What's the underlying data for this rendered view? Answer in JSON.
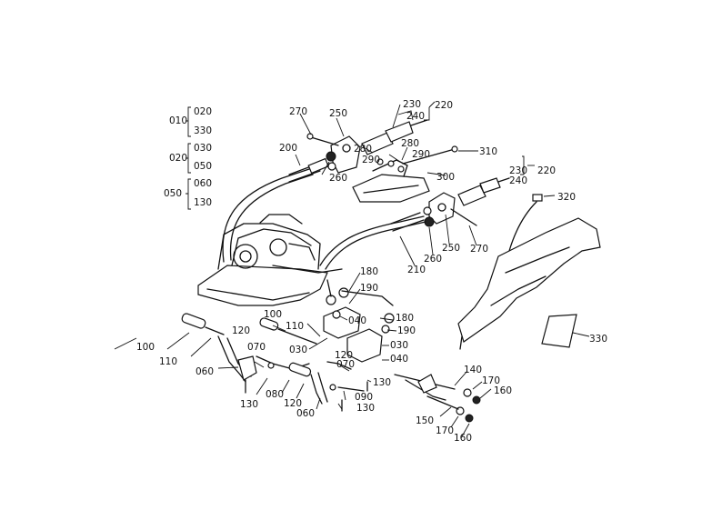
{
  "diagram": {
    "legend": [
      {
        "parent": "010",
        "children": [
          "020",
          "330"
        ]
      },
      {
        "parent": "020",
        "children": [
          "030",
          "050"
        ]
      },
      {
        "parent": "050",
        "children": [
          "060",
          "130"
        ]
      }
    ],
    "labels": {
      "l270a": "270",
      "l250a": "250",
      "l200": "200",
      "l260a": "260",
      "l230a": "230",
      "l240a": "240",
      "l220a": "220",
      "l280a": "280",
      "l280b": "280",
      "l290a": "290",
      "l290b": "290",
      "l300": "300",
      "l310": "310",
      "l230b": "230",
      "l240b": "240",
      "l220b": "220",
      "l320": "320",
      "l250b": "250",
      "l260b": "260",
      "l270b": "270",
      "l210": "210",
      "l180a": "180",
      "l190a": "190",
      "l040a": "040",
      "l180b": "180",
      "l190b": "190",
      "l030a": "030",
      "l040b": "040",
      "l100a": "100",
      "l110a": "110",
      "l120a": "120",
      "l100b": "100",
      "l110b": "110",
      "l070a": "070",
      "l060a": "060",
      "l130a": "130",
      "l080": "080",
      "l030b": "030",
      "l120b": "120",
      "l070b": "070",
      "l120c": "120",
      "l060b": "060",
      "l090": "090",
      "l130b": "130",
      "l130c": "130",
      "l140": "140",
      "l170a": "170",
      "l160a": "160",
      "l150": "150",
      "l170b": "170",
      "l160b": "160",
      "l330": "330"
    }
  }
}
